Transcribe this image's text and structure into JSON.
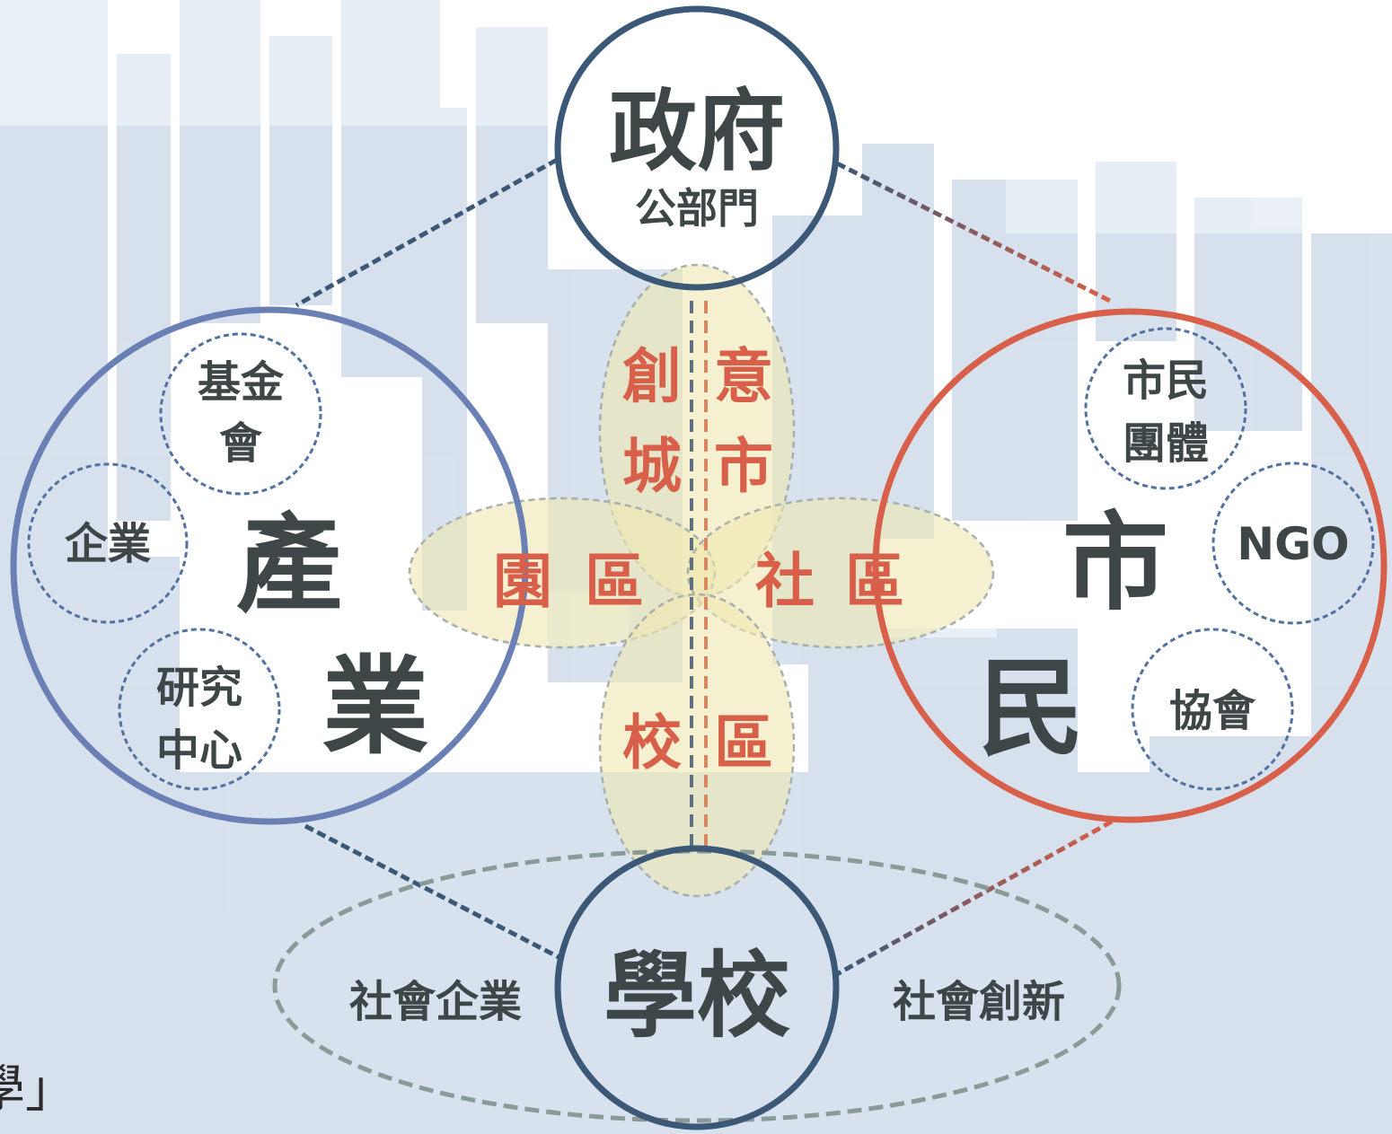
{
  "government": {
    "title": "政府",
    "subtitle": "公部門"
  },
  "industry": {
    "title_line1": "產",
    "title_line2": "業",
    "bubbles": {
      "foundation_line1": "基金",
      "foundation_line2": "會",
      "enterprise": "企業",
      "research_line1": "研究",
      "research_line2": "中心"
    }
  },
  "citizens": {
    "title_line1": "市",
    "title_line2": "民",
    "bubbles": {
      "groups_line1": "市民",
      "groups_line2": "團體",
      "ngo": "NGO",
      "association": "協會"
    }
  },
  "school": {
    "title": "學校",
    "left_label": "社會企業",
    "right_label": "社會創新"
  },
  "center": {
    "top_left_line1": "創",
    "top_left_line2": "城",
    "top_right_line1": "意",
    "top_right_line2": "市",
    "left_a": "園",
    "left_b": "區",
    "right_a": "社",
    "right_b": "區",
    "bottom_a": "校",
    "bottom_b": "區"
  },
  "edge_fragment": "學」",
  "colors": {
    "navy": "#3c5877",
    "blue": "#6a80b5",
    "red": "#d8604a",
    "gray": "#8a9a96",
    "text_dark": "#3e4648",
    "text_red": "#d8604a",
    "petal": "#efe8b0",
    "bg_blue": "#c7d6e6"
  }
}
